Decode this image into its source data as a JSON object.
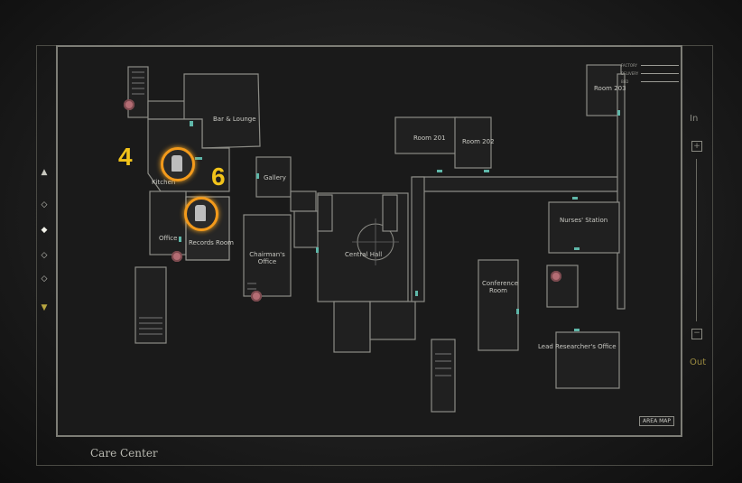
{
  "area_name": "Care Center",
  "area_map_button": "AREA MAP",
  "zoom": {
    "in_label": "In",
    "out_label": "Out",
    "plus": "+",
    "minus": "−"
  },
  "legend": [
    {
      "label": "FACTORY"
    },
    {
      "label": "DELIVERY"
    },
    {
      "label": "BED"
    }
  ],
  "rooms": {
    "bar_lounge": "Bar & Lounge",
    "kitchen": "Kitchen",
    "gallery": "Gallery",
    "office": "Office",
    "records_room": "Records Room",
    "chairmans_office": "Chairman's Office",
    "central_hall": "Central Hall",
    "room_201": "Room 201",
    "room_202": "Room 202",
    "room_203": "Room 203",
    "nurses_station": "Nurses' Station",
    "conference_room": "Conference Room",
    "lead_researchers": "Lead Researcher's Office"
  },
  "callouts": {
    "kitchen_number": "4",
    "records_number": "6"
  },
  "colors": {
    "accent": "#f1c31a",
    "marker_ring": "#f39a1b",
    "door": "#5fb7a9"
  },
  "icons": {
    "left_rail": [
      "up-arrow-icon",
      "floor-diamond-icon",
      "floor-diamond-icon",
      "floor-diamond-icon",
      "floor-diamond-icon",
      "down-arrow-icon"
    ]
  }
}
